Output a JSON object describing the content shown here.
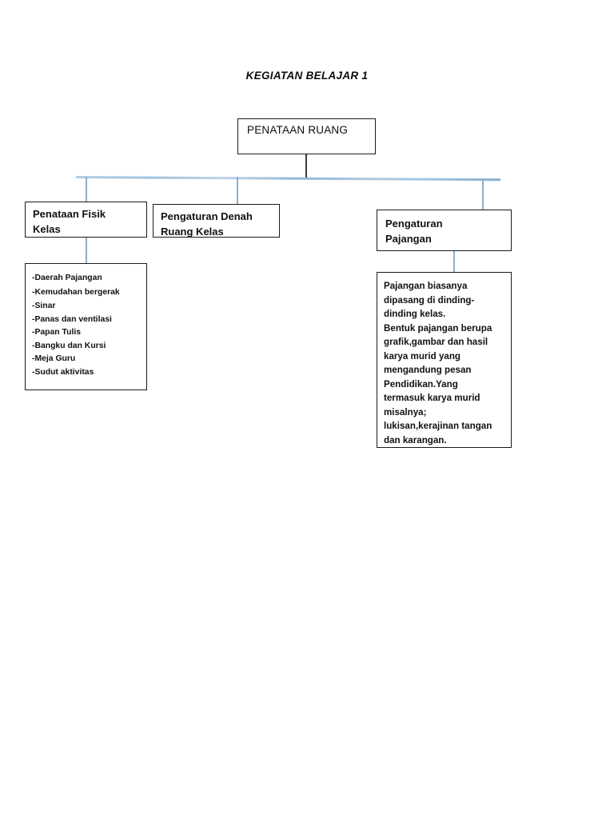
{
  "page": {
    "title": "KEGIATAN BELAJAR 1",
    "background_color": "#ffffff",
    "box_border_color": "#1a1a1a",
    "connector_color_blue": "#8dafcd",
    "connector_color_dark": "#3b3b3b"
  },
  "diagram": {
    "type": "tree",
    "root": {
      "label": "PENATAAN RUANG"
    },
    "level2": [
      {
        "label": "Penataan Fisik\nKelas"
      },
      {
        "label": "Pengaturan Denah\nRuang Kelas"
      },
      {
        "label": "Pengaturan\nPajangan"
      }
    ],
    "list_box": {
      "items": [
        "-Daerah Pajangan",
        "-Kemudahan bergerak",
        "-Sinar",
        "-Panas dan ventilasi",
        "-Papan Tulis",
        "-Bangku dan Kursi",
        "-Meja Guru",
        "-Sudut aktivitas"
      ]
    },
    "paragraph_box": {
      "lines": [
        "Pajangan biasanya",
        "dipasang di dinding-",
        "dinding kelas.",
        "Bentuk pajangan berupa",
        "grafik,gambar dan hasil",
        "karya murid yang",
        "mengandung pesan",
        "Pendidikan.Yang",
        "termasuk karya murid",
        "misalnya;",
        "lukisan,kerajinan tangan",
        "dan karangan."
      ]
    }
  }
}
